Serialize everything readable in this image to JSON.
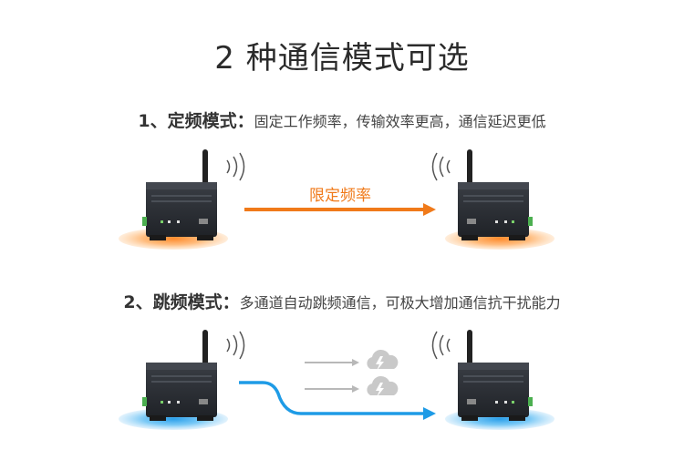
{
  "title": "2 种通信模式可选",
  "modes": [
    {
      "name": "1、定频模式",
      "separator": "：",
      "description": "固定工作频率，传输效率更高，通信延迟更低",
      "arrow_label": "限定频率",
      "accent": "#f07a1a",
      "glow": "#ffb46e"
    },
    {
      "name": "2、跳频模式",
      "separator": "：",
      "description": "多通道自动跳频通信，可极大增加通信抗干扰能力",
      "accent": "#1e9be6",
      "glow": "#6cc3f5"
    }
  ],
  "icons": [
    "radio-module-icon",
    "antenna-icon",
    "signal-waves-icon",
    "interference-cloud-icon"
  ],
  "colors": {
    "device_body": "#2a2d33",
    "gray_arrow": "#b8b8b8",
    "cloud": "#c9c9c9"
  }
}
